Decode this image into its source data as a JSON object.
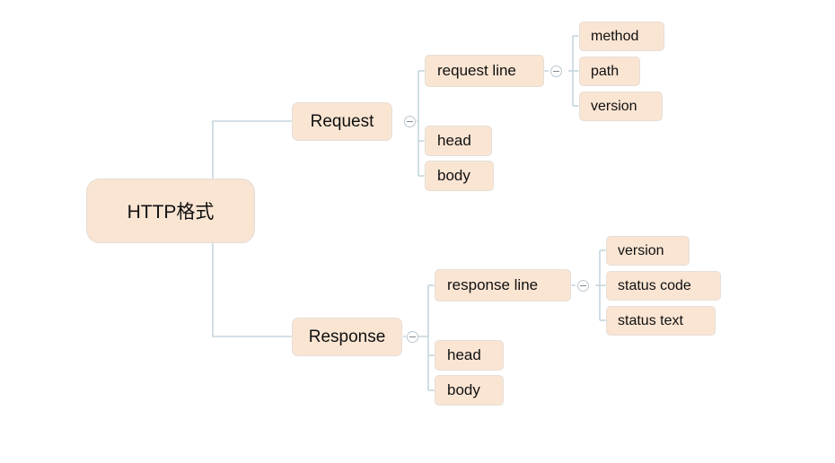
{
  "diagram": {
    "type": "mindmap",
    "title": "HTTP格式",
    "background_color": "#ffffff",
    "node_fill_color": "#fae5d3",
    "node_border_color": "#e6ded8",
    "connector_color": "#c5d5dd",
    "text_color": "#101010"
  },
  "root": {
    "label": "HTTP格式"
  },
  "branches": [
    {
      "label": "Request",
      "toggle_state": "expanded",
      "children": [
        {
          "label": "request line",
          "toggle_state": "expanded",
          "children": [
            {
              "label": "method"
            },
            {
              "label": "path"
            },
            {
              "label": "version"
            }
          ]
        },
        {
          "label": "head",
          "children": []
        },
        {
          "label": "body",
          "children": []
        }
      ]
    },
    {
      "label": "Response",
      "toggle_state": "expanded",
      "children": [
        {
          "label": "response line",
          "toggle_state": "expanded",
          "children": [
            {
              "label": "version"
            },
            {
              "label": "status code"
            },
            {
              "label": "status text"
            }
          ]
        },
        {
          "label": "head",
          "children": []
        },
        {
          "label": "body",
          "children": []
        }
      ]
    }
  ]
}
